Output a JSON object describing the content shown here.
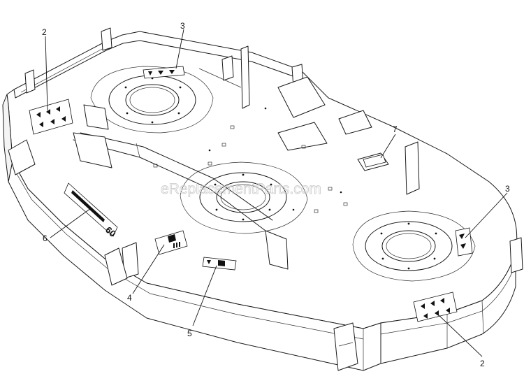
{
  "watermark": "eReplacementParts.com",
  "deck_logo": "60",
  "callouts": [
    {
      "id": "callout-2-left",
      "text": "2"
    },
    {
      "id": "callout-3-top",
      "text": "3"
    },
    {
      "id": "callout-7",
      "text": "7"
    },
    {
      "id": "callout-3-right",
      "text": "3"
    },
    {
      "id": "callout-6",
      "text": "6"
    },
    {
      "id": "callout-4",
      "text": "4"
    },
    {
      "id": "callout-5",
      "text": "5"
    },
    {
      "id": "callout-2-bottom",
      "text": "2"
    }
  ]
}
